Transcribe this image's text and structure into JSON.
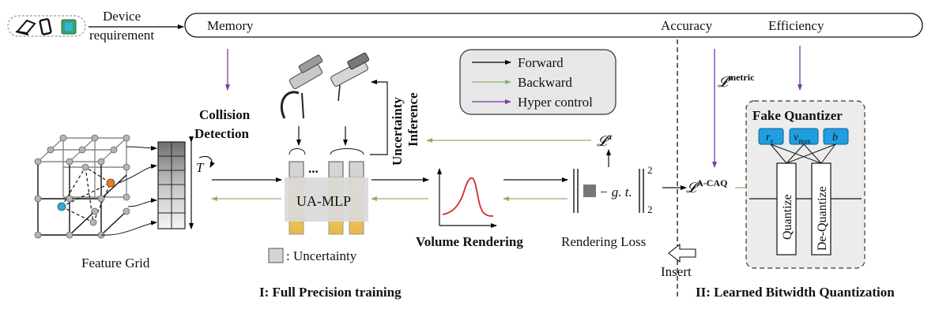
{
  "header": {
    "device_label": [
      "Device",
      "requirement"
    ],
    "memory": "Memory",
    "accuracy": "Accuracy",
    "efficiency": "Efficiency"
  },
  "legend": {
    "items": [
      {
        "label": "Forward",
        "color": "#000000"
      },
      {
        "label": "Backward",
        "color": "#8db36a"
      },
      {
        "label": "Hyper control",
        "color": "#7a3aa0"
      }
    ]
  },
  "left_section": {
    "collision": [
      "Collision",
      "Detection"
    ],
    "uncertainty_inference": [
      "Uncertainty",
      "Inference"
    ],
    "t_symbol": "T",
    "dots": "...",
    "mlp_label": "UA-MLP",
    "feature_grid": "Feature Grid",
    "uncertainty_legend": ": Uncertainty",
    "volume_rendering": "Volume Rendering",
    "rendering_loss": "Rendering Loss",
    "l_alpha_base": "𝓛",
    "l_alpha_sup": "α",
    "gt_text": "− g. t.",
    "norm_exp": "2",
    "norm_sub": "2",
    "caption": "I: Full Precision training"
  },
  "right_section": {
    "l_metric_base": "𝓛",
    "l_metric_sup": "metric",
    "l_caq_base": "𝓛",
    "l_caq_sup": "A-CAQ",
    "fake_quantizer": "Fake Quantizer",
    "params": [
      "r",
      "v",
      "b"
    ],
    "param_subs": [
      "v",
      "max",
      ""
    ],
    "quantize": "Quantize",
    "dequantize": "De-Quantize",
    "insert": "Insert",
    "caption": "II: Learned Bitwidth Quantization"
  }
}
